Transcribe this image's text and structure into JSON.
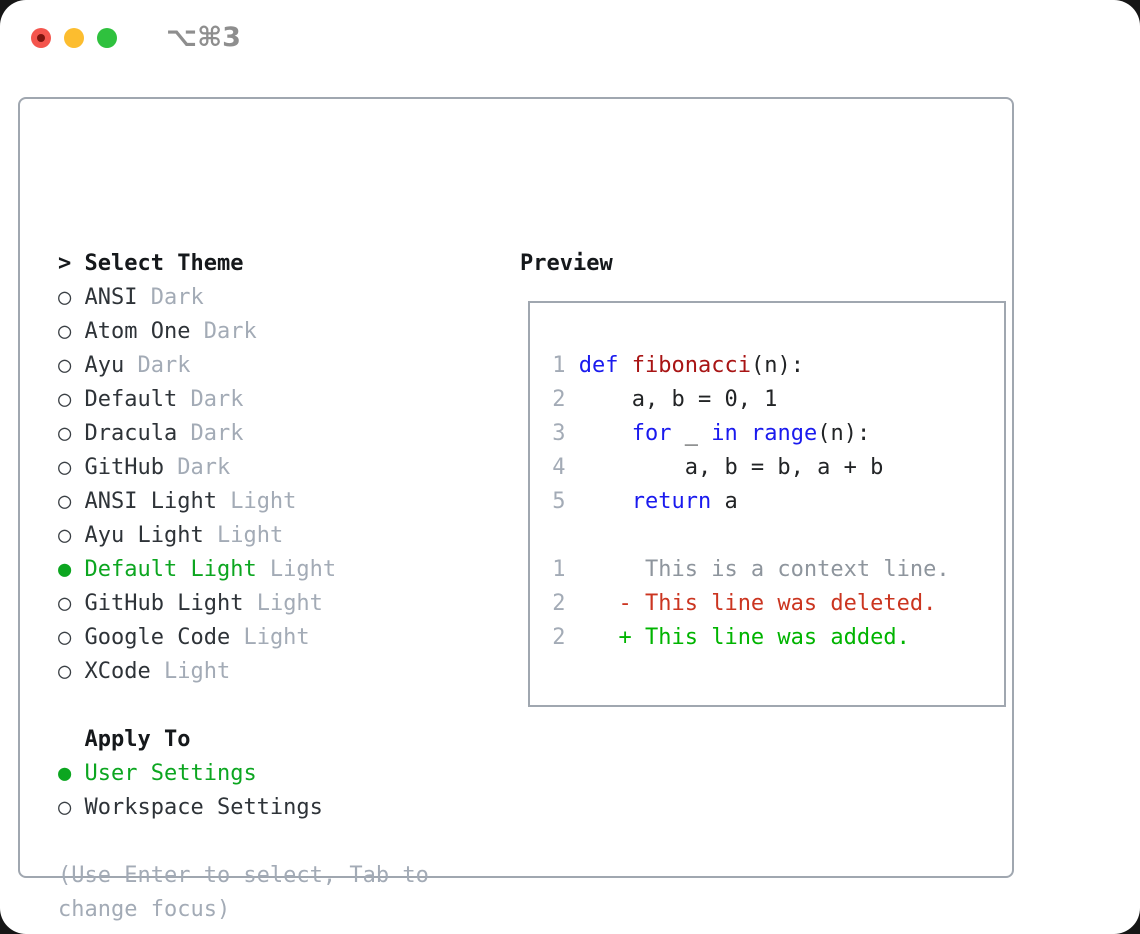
{
  "window": {
    "shortcut": "⌥⌘3",
    "traffic_lights": [
      "close",
      "minimize",
      "zoom"
    ]
  },
  "theme_panel": {
    "focus_marker": ">",
    "title": "Select Theme",
    "unselected_marker": "○",
    "selected_marker": "●",
    "items": [
      {
        "name": "ANSI",
        "variant": "Dark",
        "selected": false
      },
      {
        "name": "Atom One",
        "variant": "Dark",
        "selected": false
      },
      {
        "name": "Ayu",
        "variant": "Dark",
        "selected": false
      },
      {
        "name": "Default",
        "variant": "Dark",
        "selected": false
      },
      {
        "name": "Dracula",
        "variant": "Dark",
        "selected": false
      },
      {
        "name": "GitHub",
        "variant": "Dark",
        "selected": false
      },
      {
        "name": "ANSI Light",
        "variant": "Light",
        "selected": false
      },
      {
        "name": "Ayu Light",
        "variant": "Light",
        "selected": false
      },
      {
        "name": "Default Light",
        "variant": "Light",
        "selected": true
      },
      {
        "name": "GitHub Light",
        "variant": "Light",
        "selected": false
      },
      {
        "name": "Google Code",
        "variant": "Light",
        "selected": false
      },
      {
        "name": "XCode",
        "variant": "Light",
        "selected": false
      }
    ],
    "apply_to": {
      "title": "Apply To",
      "options": [
        {
          "label": "User Settings",
          "selected": true
        },
        {
          "label": "Workspace Settings",
          "selected": false
        }
      ]
    },
    "help": "(Use Enter to select, Tab to change focus)"
  },
  "preview": {
    "title": "Preview",
    "lines": [
      {
        "segs": [
          {
            "t": " 1 ",
            "c": "ln"
          },
          {
            "t": "def",
            "c": "kw"
          },
          {
            "t": " ",
            "c": "pl"
          },
          {
            "t": "fibonacci",
            "c": "fn"
          },
          {
            "t": "(n):",
            "c": "pl"
          }
        ]
      },
      {
        "segs": [
          {
            "t": " 2 ",
            "c": "ln"
          },
          {
            "t": "    a, b = 0, 1",
            "c": "pl"
          }
        ]
      },
      {
        "segs": [
          {
            "t": " 3 ",
            "c": "ln"
          },
          {
            "t": "    ",
            "c": "pl"
          },
          {
            "t": "for",
            "c": "kw"
          },
          {
            "t": " _ ",
            "c": "pl"
          },
          {
            "t": "in",
            "c": "kw"
          },
          {
            "t": " ",
            "c": "pl"
          },
          {
            "t": "range",
            "c": "kw"
          },
          {
            "t": "(n):",
            "c": "pl"
          }
        ]
      },
      {
        "segs": [
          {
            "t": " 4 ",
            "c": "ln"
          },
          {
            "t": "        a, b = b, a + b",
            "c": "pl"
          }
        ]
      },
      {
        "segs": [
          {
            "t": " 5 ",
            "c": "ln"
          },
          {
            "t": "    ",
            "c": "pl"
          },
          {
            "t": "return",
            "c": "kw"
          },
          {
            "t": " a",
            "c": "pl"
          }
        ]
      },
      {
        "segs": [
          {
            "t": "",
            "c": "pl"
          }
        ]
      },
      {
        "segs": [
          {
            "t": " 1 ",
            "c": "ln"
          },
          {
            "t": "     This is a context line.",
            "c": "ctx"
          }
        ]
      },
      {
        "segs": [
          {
            "t": " 2 ",
            "c": "ln"
          },
          {
            "t": "   - This line was deleted.",
            "c": "del"
          }
        ]
      },
      {
        "segs": [
          {
            "t": " 2 ",
            "c": "ln"
          },
          {
            "t": "   + This line was added.",
            "c": "add"
          }
        ]
      }
    ]
  },
  "colors": {
    "accent_green": "#0ca620",
    "diff_added": "#00b400",
    "diff_deleted": "#cb3520",
    "keyword_blue": "#1a1aee",
    "function_red": "#a81414",
    "text_dark": "#2e3338",
    "muted_gray": "#a3abb6",
    "context_gray": "#8e959d",
    "border_gray": "#a0a7b0",
    "traffic_red": "#f4554d",
    "traffic_yellow": "#fcbd2f",
    "traffic_green": "#2fc13e"
  }
}
